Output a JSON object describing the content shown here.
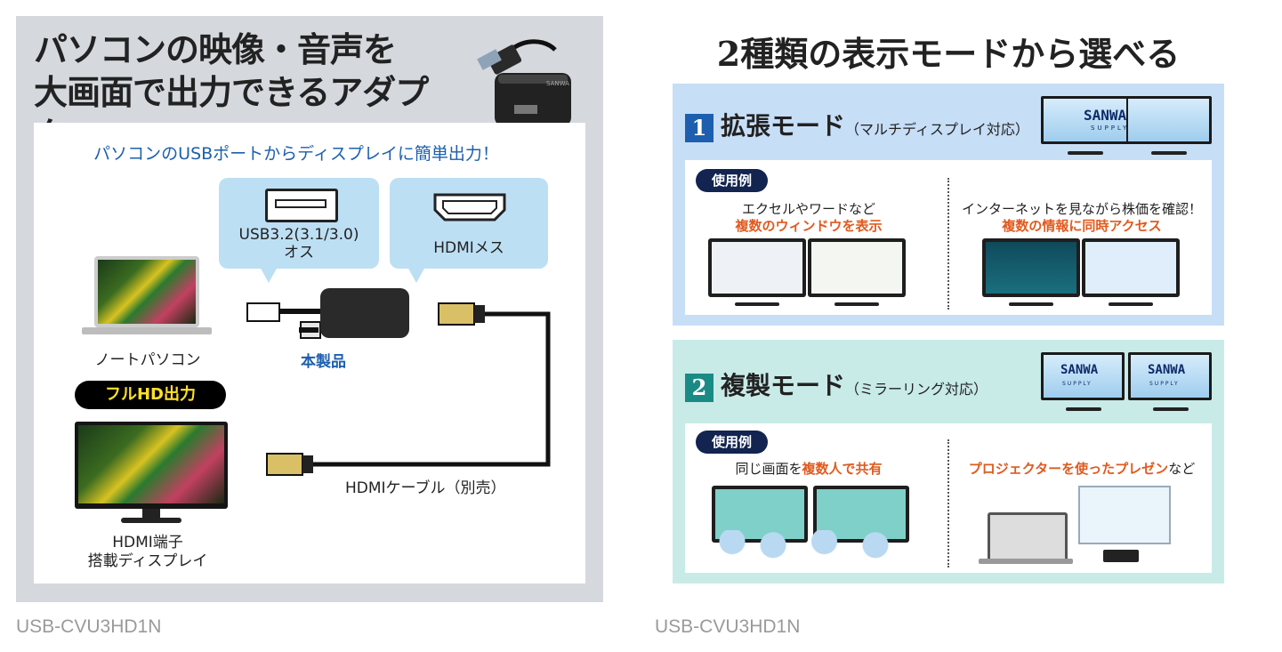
{
  "left": {
    "title_line1": "パソコンの映像・音声を",
    "title_line2": "大画面で出力できるアダプタ",
    "subtitle": "パソコンのUSBポートからディスプレイに簡単出力！",
    "usb_label_line1": "USB3.2(3.1/3.0)",
    "usb_label_line2": "オス",
    "hdmi_label": "HDMIメス",
    "product_label": "本製品",
    "laptop_label": "ノートパソコン",
    "fullhd_badge": "フルHD出力",
    "display_label_line1": "HDMI端子",
    "display_label_line2": "搭載ディスプレイ",
    "cable_label": "HDMIケーブル（別売）",
    "adapter_brand": "SANWA"
  },
  "right": {
    "title": "2種類の表示モードから選べる",
    "mode1": {
      "num": "1",
      "name": "拡張モード",
      "sub": "（マルチディスプレイ対応）",
      "pill": "使用例",
      "ex1_line1": "エクセルやワードなど",
      "ex1_line2": "複数のウィンドウを表示",
      "ex2_line1": "インターネットを見ながら株価を確認！",
      "ex2_line2": "複数の情報に同時アクセス",
      "logo": "SANWA",
      "logo_sub": "SUPPLY"
    },
    "mode2": {
      "num": "2",
      "name": "複製モード",
      "sub": "（ミラーリング対応）",
      "pill": "使用例",
      "ex1_a": "同じ画面を",
      "ex1_b": "複数人で共有",
      "ex2_a": "プロジェクターを使ったプレゼン",
      "ex2_b": "など",
      "logo": "SANWA",
      "logo_sub": "SUPPLY"
    }
  },
  "captions": {
    "left": "USB-CVU3HD1N",
    "right": "USB-CVU3HD1N"
  },
  "colors": {
    "accent_blue": "#1d5fae",
    "mode1_num": "#1d5fae",
    "mode2_num": "#1a8a84",
    "highlight_orange": "#e05a1f",
    "pill_navy": "#12244f"
  }
}
